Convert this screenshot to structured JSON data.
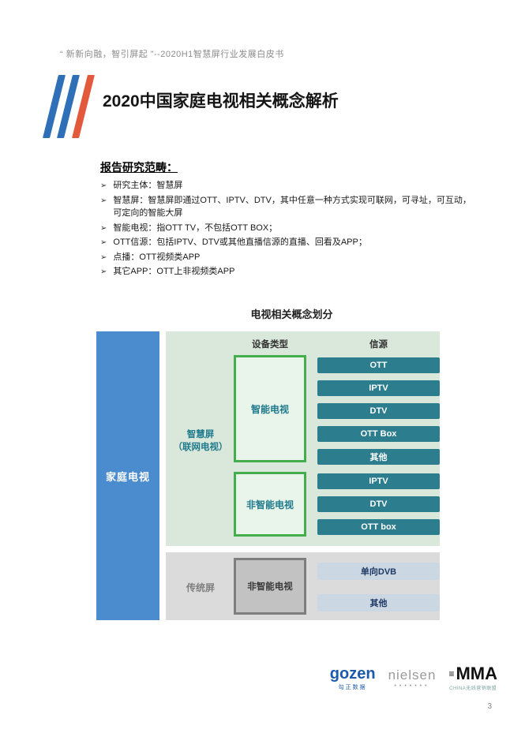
{
  "page": {
    "header": "“ 新新向融，智引屏起 ”--2020H1智慧屏行业发展白皮书",
    "title": "2020中国家庭电视相关概念解析",
    "page_number": "3"
  },
  "research_scope": {
    "heading": "报告研究范畴：",
    "bullets": [
      "研究主体：智慧屏",
      "智慧屏：智慧屏即通过OTT、IPTV、DTV，其中任意一种方式实现可联网，可寻址，可互动，可定向的智能大屏",
      "智能电视：指OTT TV，不包括OTT BOX；",
      "OTT信源：包括IPTV、DTV或其他直播信源的直播、回看及APP；",
      "点播：OTT视频类APP",
      "其它APP：OTT上非视频类APP"
    ]
  },
  "diagram": {
    "title": "电视相关概念划分",
    "left_bar_label": "家庭电视",
    "columns": {
      "device_type": "设备类型",
      "source": "信源"
    },
    "smart_screen_label_line1": "智慧屏",
    "smart_screen_label_line2": "（联网电视）",
    "smart_tv_box": "智能电视",
    "smart_tv_sources": [
      "OTT",
      "IPTV",
      "DTV",
      "OTT Box",
      "其他"
    ],
    "non_smart_tv_box": "非智能电视",
    "non_smart_tv_sources": [
      "IPTV",
      "DTV",
      "OTT box"
    ],
    "traditional_label": "传统屏",
    "traditional_box": "非智能电视",
    "traditional_sources": [
      "单向DVB",
      "其他"
    ]
  },
  "footer": {
    "gozen": {
      "name": "gozen",
      "sub": "勾正数据"
    },
    "nielsen": {
      "name": "nielsen",
      "dots": "•••••••"
    },
    "mma": {
      "name": "MMA",
      "sub": "CHINA无线营销联盟"
    }
  },
  "colors": {
    "accent_blue": "#2E6FB7",
    "accent_orange": "#E2593B",
    "home_tv_bar_blue": "#4B8CCE",
    "teal_button": "#2C7D8E",
    "green_border": "#45AE4C",
    "panel_green": "#DAE8DB",
    "panel_gray": "#DBDBDB",
    "gray_blue_button": "#CBD8E4"
  }
}
